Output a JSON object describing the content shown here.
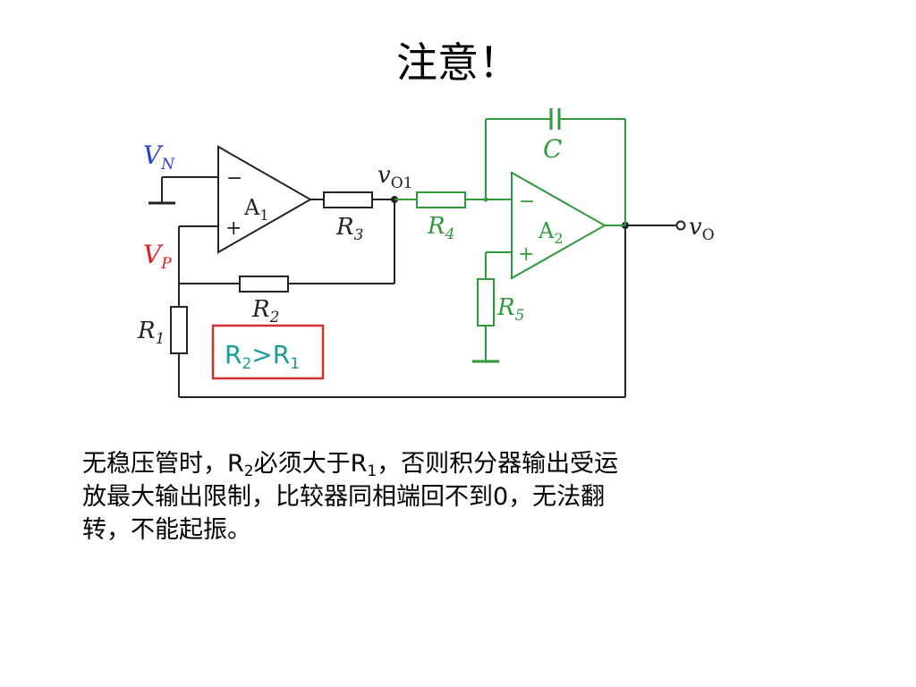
{
  "slide": {
    "title": "注意！"
  },
  "circuit": {
    "labels": {
      "vn_main": "V",
      "vn_sub": "N",
      "vp_main": "V",
      "vp_sub": "P",
      "a1_main": "A",
      "a1_sub": "1",
      "a2_main": "A",
      "a2_sub": "2",
      "r1_main": "R",
      "r1_sub": "1",
      "r2_main": "R",
      "r2_sub": "2",
      "r3_main": "R",
      "r3_sub": "3",
      "r4_main": "R",
      "r4_sub": "4",
      "r5_main": "R",
      "r5_sub": "5",
      "vo1_main": "v",
      "vo1_sub": "O1",
      "vo_main": "v",
      "vo_sub": "O",
      "cap": "C",
      "minus": "−",
      "plus": "+"
    },
    "condition_box": {
      "r_left": "R",
      "sub_left": "2",
      "gt": ">",
      "r_right": "R",
      "sub_right": "1"
    },
    "colors": {
      "black": "#222222",
      "green": "#2e9a3a",
      "blue": "#2a3fd0",
      "red": "#e02020",
      "teal": "#1a9a9a",
      "box_border": "#d03030"
    }
  },
  "caption": {
    "line1_a": "无稳压管时，",
    "r_a": "R",
    "sub_a": "2",
    "line1_b": "必须大于",
    "r_b": "R",
    "sub_b": "1",
    "line1_c": "，否则积分器输出受运",
    "line2_a": "放最大输出限制，比较器同相端回不到",
    "zero": "0",
    "line2_b": "，无法翻",
    "line3": "转，不能起振。"
  }
}
